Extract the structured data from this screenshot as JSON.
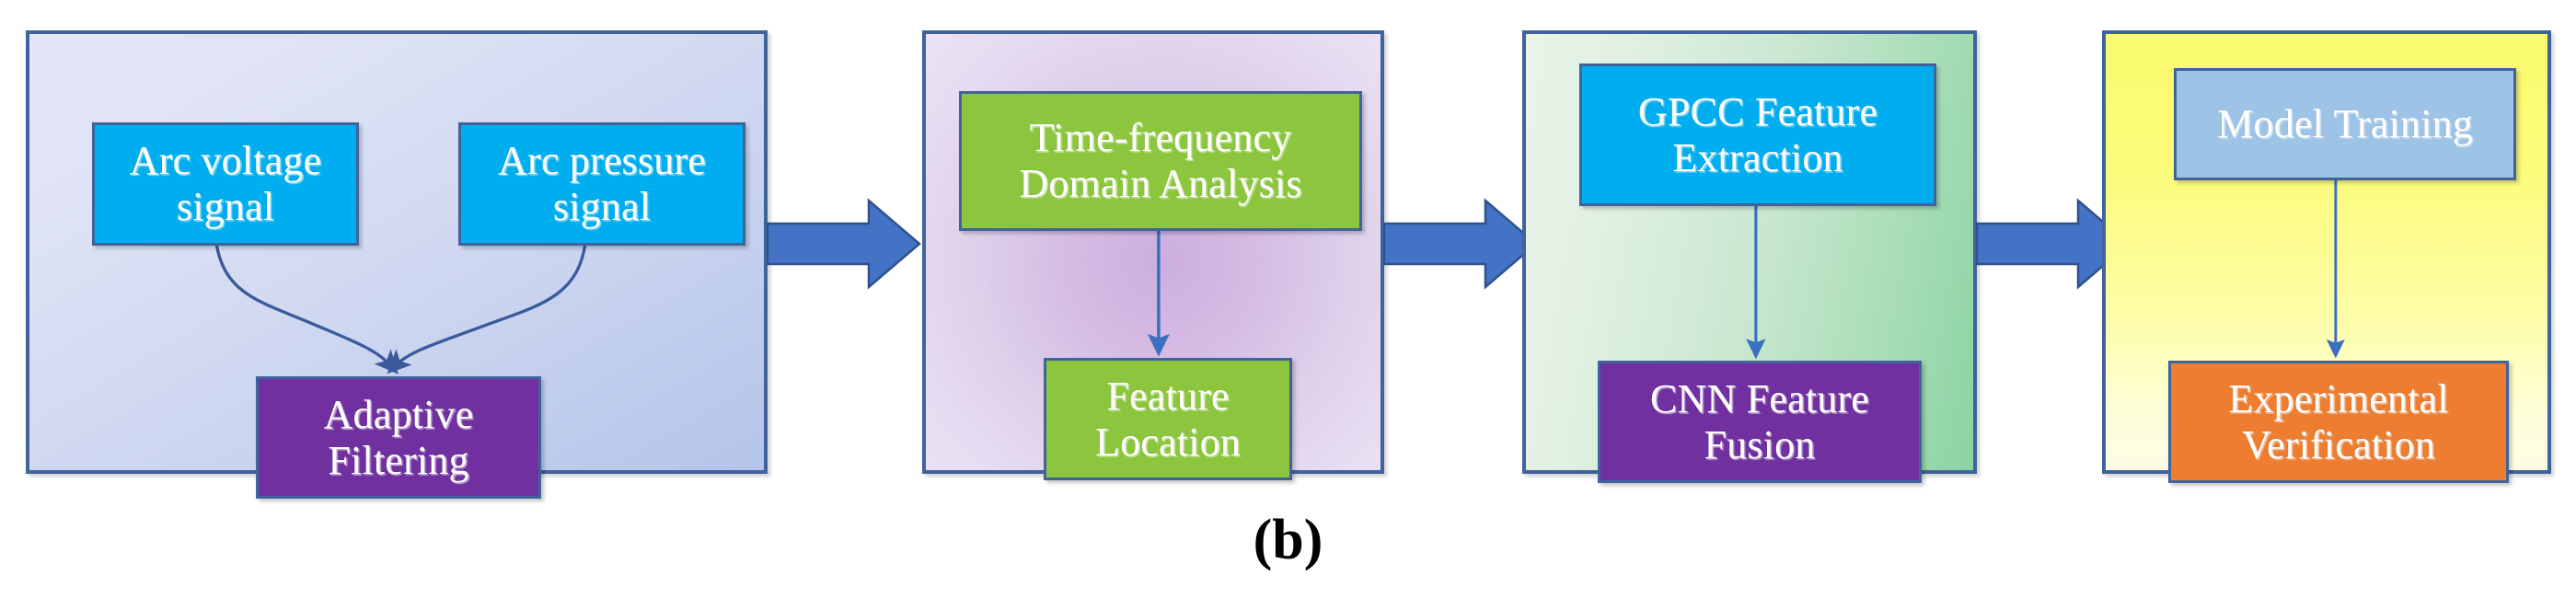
{
  "figure": {
    "caption": "(b)",
    "type": "process-flowchart",
    "stage_count": 4,
    "colors": {
      "panel_1_bg": "#cdd6f0",
      "panel_2_bg": "#d5bbe3",
      "panel_3_bg": "#a4dcb4",
      "panel_4_bg": "#fcfc7a",
      "node_cyan": "#00aeef",
      "node_green": "#8cc63e",
      "node_purple": "#7030a0",
      "node_light_blue": "#9dc3e6",
      "node_orange": "#ed7d31",
      "border_blue": "#41639c",
      "block_arrow": "#4472c4",
      "connector_line": "#3b5a9c"
    }
  },
  "stages": [
    {
      "id": "stage-1",
      "name": "signal-acquisition-and-filtering",
      "nodes": [
        {
          "id": "arc-voltage-signal",
          "label": "Arc voltage\nsignal",
          "color": "#00aeef"
        },
        {
          "id": "arc-pressure-signal",
          "label": "Arc pressure\nsignal",
          "color": "#00aeef"
        },
        {
          "id": "adaptive-filtering",
          "label": "Adaptive\nFiltering",
          "color": "#7030a0"
        }
      ],
      "connectors": [
        {
          "from": "arc-voltage-signal",
          "to": "adaptive-filtering",
          "style": "curved-arrow"
        },
        {
          "from": "arc-pressure-signal",
          "to": "adaptive-filtering",
          "style": "curved-arrow"
        }
      ]
    },
    {
      "id": "stage-2",
      "name": "time-frequency-analysis",
      "nodes": [
        {
          "id": "time-frequency-domain-analysis",
          "label": "Time-frequency\nDomain Analysis",
          "color": "#8cc63e"
        },
        {
          "id": "feature-location",
          "label": "Feature\nLocation",
          "color": "#8cc63e"
        }
      ],
      "connectors": [
        {
          "from": "time-frequency-domain-analysis",
          "to": "feature-location",
          "style": "straight-arrow"
        }
      ]
    },
    {
      "id": "stage-3",
      "name": "feature-extraction-and-fusion",
      "nodes": [
        {
          "id": "gpcc-feature-extraction",
          "label": "GPCC Feature\nExtraction",
          "color": "#00aeef"
        },
        {
          "id": "cnn-feature-fusion",
          "label": "CNN Feature\nFusion",
          "color": "#7030a0"
        }
      ],
      "connectors": [
        {
          "from": "gpcc-feature-extraction",
          "to": "cnn-feature-fusion",
          "style": "straight-arrow"
        }
      ]
    },
    {
      "id": "stage-4",
      "name": "training-and-verification",
      "nodes": [
        {
          "id": "model-training",
          "label": "Model Training",
          "color": "#9dc3e6"
        },
        {
          "id": "experimental-verification",
          "label": "Experimental\nVerification",
          "color": "#ed7d31"
        }
      ],
      "connectors": [
        {
          "from": "model-training",
          "to": "experimental-verification",
          "style": "straight-arrow"
        }
      ]
    }
  ],
  "stage_arrows": [
    {
      "id": "arrow-stage1-to-stage2",
      "from": "stage-1",
      "to": "stage-2",
      "direction": "right"
    },
    {
      "id": "arrow-stage2-to-stage3",
      "from": "stage-2",
      "to": "stage-3",
      "direction": "right"
    },
    {
      "id": "arrow-stage3-to-stage4",
      "from": "stage-3",
      "to": "stage-4",
      "direction": "right"
    }
  ]
}
